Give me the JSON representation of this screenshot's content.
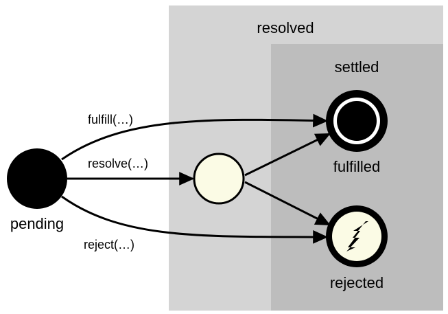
{
  "regions": {
    "resolved": {
      "label": "resolved",
      "color": "#d4d4d4"
    },
    "settled": {
      "label": "settled",
      "color": "#bdbdbd"
    }
  },
  "states": {
    "pending": {
      "label": "pending",
      "fill": "#000000"
    },
    "intermediate": {
      "label": "",
      "fill": "#fbfbe5"
    },
    "fulfilled": {
      "label": "fulfilled",
      "icon": "filled-circle-icon"
    },
    "rejected": {
      "label": "rejected",
      "icon": "lightning-bolt-icon"
    }
  },
  "edges": {
    "fulfill": {
      "label": "fulfill(…)"
    },
    "resolve": {
      "label": "resolve(…)"
    },
    "reject": {
      "label": "reject(…)"
    }
  },
  "colors": {
    "stroke": "#000000",
    "node_fill": "#fbfbe5",
    "background": "#ffffff"
  }
}
